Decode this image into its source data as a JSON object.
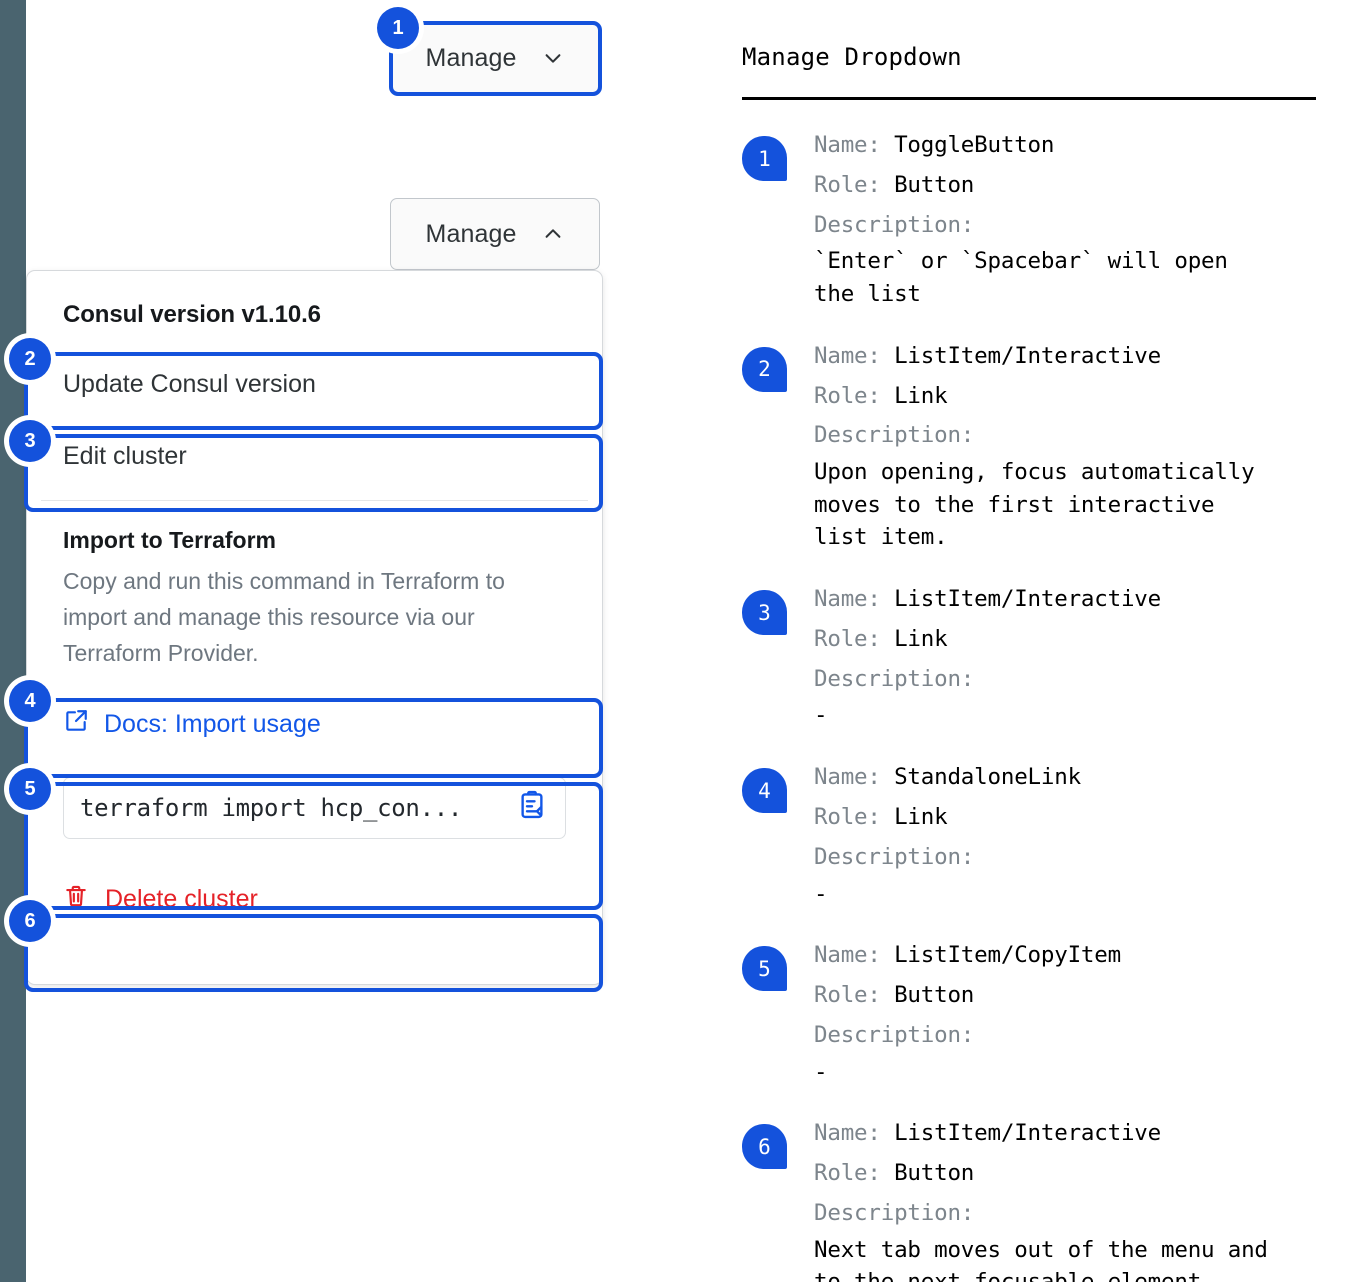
{
  "colors": {
    "accent_blue": "#1452dc",
    "link_blue": "#1257e8",
    "danger_red": "#e52228",
    "rail_slate": "#4a646f",
    "muted_text": "#6e7780"
  },
  "left": {
    "toggle_closed": {
      "label": "Manage",
      "icon": "chevron-down-icon"
    },
    "toggle_open": {
      "label": "Manage",
      "icon": "chevron-up-icon"
    },
    "dropdown": {
      "version_heading": "Consul version v1.10.6",
      "items": [
        {
          "label": "Update Consul version"
        },
        {
          "label": "Edit cluster"
        }
      ],
      "terraform": {
        "title": "Import to Terraform",
        "body": "Copy and run this command in Terraform to import and manage this resource via our Terraform Provider.",
        "docs_link": "Docs: Import usage",
        "docs_icon": "external-link-icon",
        "command": "terraform import hcp_con...",
        "copy_icon": "copy-to-clipboard-icon"
      },
      "delete": {
        "label": "Delete cluster",
        "icon": "trash-icon"
      }
    },
    "markers": [
      "1",
      "2",
      "3",
      "4",
      "5",
      "6"
    ]
  },
  "right": {
    "title": "Manage Dropdown",
    "labels": {
      "name": "Name:",
      "role": "Role:",
      "description": "Description:"
    },
    "entries": [
      {
        "badge": "1",
        "name": "ToggleButton",
        "role": "Button",
        "description": "`Enter` or `Spacebar` will open\nthe list"
      },
      {
        "badge": "2",
        "name": "ListItem/Interactive",
        "role": "Link",
        "description": "Upon opening, focus automatically\nmoves to the first interactive\nlist item."
      },
      {
        "badge": "3",
        "name": "ListItem/Interactive",
        "role": "Link",
        "description": "-"
      },
      {
        "badge": "4",
        "name": "StandaloneLink",
        "role": "Link",
        "description": "-"
      },
      {
        "badge": "5",
        "name": "ListItem/CopyItem",
        "role": "Button",
        "description": "-"
      },
      {
        "badge": "6",
        "name": "ListItem/Interactive",
        "role": "Button",
        "description": "Next tab moves out of the menu and\nto the next focusable element"
      }
    ]
  }
}
